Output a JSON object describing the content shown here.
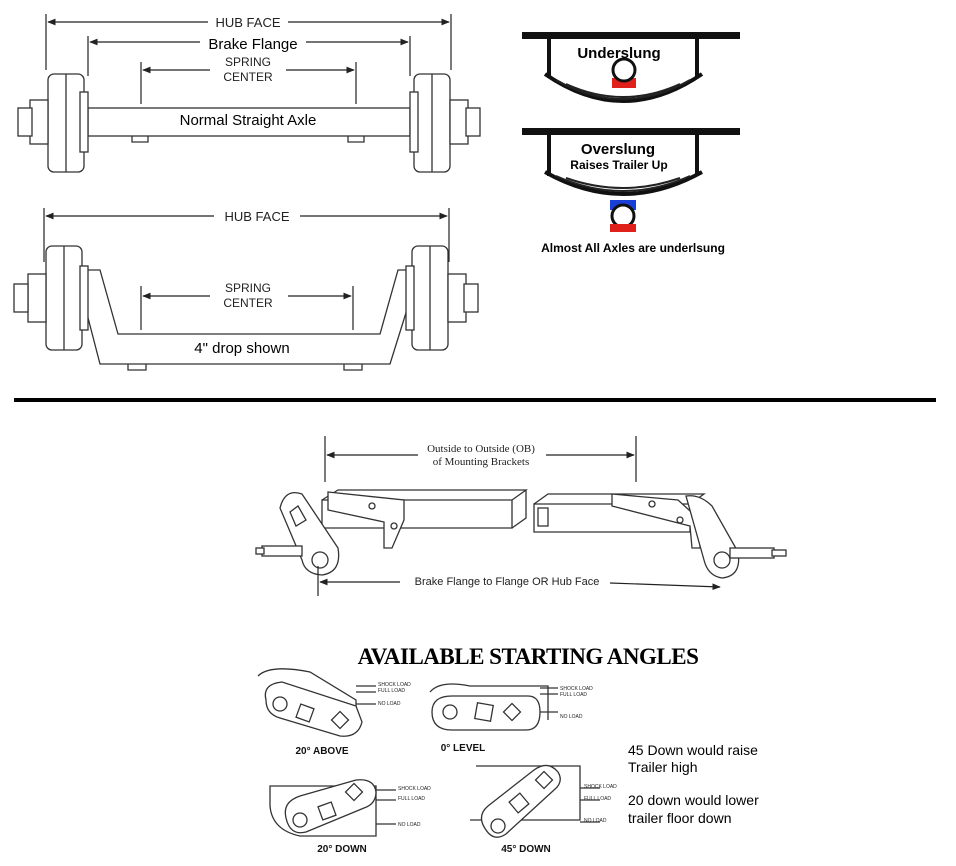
{
  "axle_top": {
    "hub_face": "HUB FACE",
    "brake_flange": "Brake Flange",
    "spring_center_1": "SPRING",
    "spring_center_2": "CENTER",
    "caption": "Normal Straight Axle"
  },
  "axle_drop": {
    "hub_face": "HUB FACE",
    "spring_center_1": "SPRING",
    "spring_center_2": "CENTER",
    "caption": "4\" drop shown"
  },
  "mount": {
    "underslung": "Underslung",
    "overslung": "Overslung",
    "overslung_sub": "Raises Trailer Up",
    "note": "Almost All Axles are underlsung",
    "colors": {
      "red": "#e0201a",
      "blue": "#1a3fd6"
    }
  },
  "torsion": {
    "ob_line1": "Outside to Outside (OB)",
    "ob_line2": "of Mounting Brackets",
    "flange": "Brake Flange to Flange OR Hub Face"
  },
  "angles": {
    "title": "AVAILABLE STARTING ANGLES",
    "shock_load": "SHOCK LOAD",
    "full_load": "FULL LOAD",
    "no_load": "NO LOAD",
    "items": [
      "20° ABOVE",
      "0° LEVEL",
      "20° DOWN",
      "45° DOWN"
    ],
    "note1_line1": "45 Down would raise",
    "note1_line2": "Trailer high",
    "note2_line1": "20 down would lower",
    "note2_line2": "trailer floor down"
  }
}
